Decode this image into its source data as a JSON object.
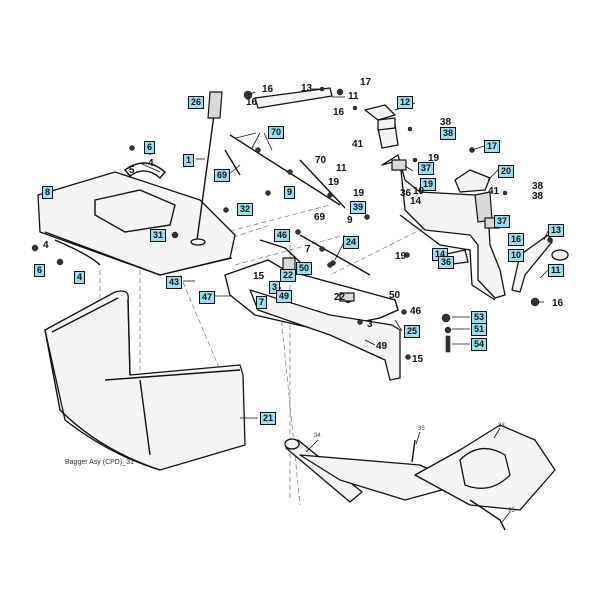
{
  "diagram": {
    "caption": "Bagger Asy (CPD)_31",
    "accent_color": "#9fdcec",
    "boxed_labels": {
      "n26": "26",
      "n1": "1",
      "n70": "70",
      "n6": "6",
      "n8": "8",
      "n69": "69",
      "n9": "9",
      "n32": "32",
      "n31": "31",
      "n6b": "6",
      "n4": "4",
      "n43": "43",
      "n46": "46",
      "n24": "24",
      "n22": "22",
      "n50": "50",
      "n47": "47",
      "n3": "3",
      "n49": "49",
      "n7": "7",
      "n12": "12",
      "n38": "38",
      "n17": "17",
      "n37": "37",
      "n20": "20",
      "n19": "19",
      "n39": "39",
      "n37b": "37",
      "n13": "13",
      "n16": "16",
      "n14": "14",
      "n36": "36",
      "n10": "10",
      "n11": "11",
      "n53": "53",
      "n51": "51",
      "n54": "54",
      "n25": "25",
      "n21": "21"
    },
    "plain_labels": {
      "p16a": "16",
      "p13": "13",
      "p17": "17",
      "p11": "11",
      "p16b": "16",
      "p5": "5",
      "p4": "4",
      "p70": "70",
      "p11b": "11",
      "p19a": "19",
      "p19b": "19",
      "p69": "69",
      "p9": "9",
      "p19c": "19",
      "p38a": "38",
      "p41": "41",
      "p19d": "19",
      "p36": "36",
      "p14": "14",
      "p41b": "41",
      "p38b": "38",
      "p38c": "38",
      "p16c": "16",
      "p7": "7",
      "p15a": "15",
      "p22": "22",
      "p50": "50",
      "p46": "46",
      "p3": "3",
      "p49": "49",
      "p15b": "15",
      "p16d": "16",
      "p19e": "19",
      "p4b": "4"
    },
    "ref_labels": {
      "r34": "34",
      "r33": "33",
      "r35": "35",
      "r35b": "35"
    }
  }
}
